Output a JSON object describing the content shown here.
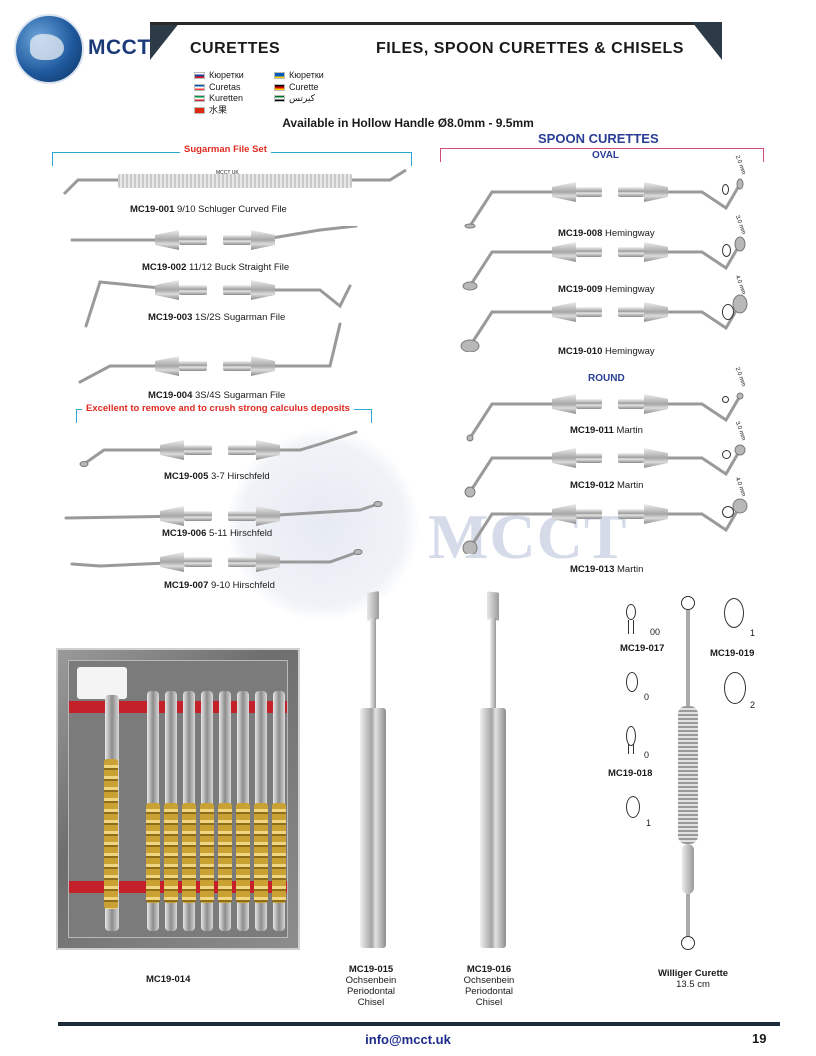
{
  "brand": {
    "name": "MCCT"
  },
  "header": {
    "left_title": "CURETTES",
    "right_title": "FILES, SPOON CURETTES & CHISELS"
  },
  "languages": [
    {
      "text": "Кюретки",
      "flag": [
        "#ffffff",
        "#1c3f95",
        "#e4181c"
      ]
    },
    {
      "text": "Curetas",
      "flag": [
        "#0055a4",
        "#ffffff",
        "#ef4135"
      ]
    },
    {
      "text": "Kuretten",
      "flag": [
        "#009246",
        "#ffffff",
        "#ce2b37"
      ]
    },
    {
      "text": "水果",
      "flag": [
        "#de2910",
        "#de2910",
        "#de2910"
      ]
    },
    {
      "text": "Кюретки",
      "flag": [
        "#005bbb",
        "#005bbb",
        "#ffd500"
      ]
    },
    {
      "text": "Curette",
      "flag": [
        "#000000",
        "#dd0000",
        "#ffce00"
      ]
    },
    {
      "text": "كيرتس",
      "flag": [
        "#00732f",
        "#ffffff",
        "#000000"
      ]
    }
  ],
  "availability": "Available in Hollow Handle Ø8.0mm - 9.5mm",
  "sugarman": {
    "title": "Sugarman File Set",
    "items": [
      {
        "code": "MC19-001",
        "desc": " 9/10 Schluger Curved File"
      },
      {
        "code": "MC19-002",
        "desc": " 11/12 Buck Straight File"
      },
      {
        "code": "MC19-003",
        "desc": " 1S/2S Sugarman File"
      },
      {
        "code": "MC19-004",
        "desc": " 3S/4S Sugarman File"
      }
    ],
    "handle_mark": "MCCT UK"
  },
  "hirschfeld": {
    "title": "Excellent to remove and to crush strong calculus deposits",
    "items": [
      {
        "code": "MC19-005",
        "desc": " 3-7 Hirschfeld"
      },
      {
        "code": "MC19-006",
        "desc": " 5-11 Hirschfeld"
      },
      {
        "code": "MC19-007",
        "desc": " 9-10 Hirschfeld"
      }
    ]
  },
  "spoon": {
    "title": "SPOON CURETTES",
    "oval_title": "OVAL",
    "round_title": "ROUND",
    "oval": [
      {
        "code": "MC19-008",
        "desc": " Hemingway",
        "size": "2.0 mm"
      },
      {
        "code": "MC19-009",
        "desc": " Hemingway",
        "size": "3.0 mm"
      },
      {
        "code": "MC19-010",
        "desc": " Hemingway",
        "size": "4.0 mm"
      }
    ],
    "round": [
      {
        "code": "MC19-011",
        "desc": " Martin",
        "size": "2.0 mm"
      },
      {
        "code": "MC19-012",
        "desc": " Martin",
        "size": "3.0 mm"
      },
      {
        "code": "MC19-013",
        "desc": " Martin",
        "size": "4.0 mm"
      }
    ]
  },
  "watermark": "MCCT",
  "kit": {
    "code": "MC19-014"
  },
  "chisels": [
    {
      "code": "MC19-015",
      "line1": "Ochsenbein",
      "line2": "Periodontal",
      "line3": "Chisel"
    },
    {
      "code": "MC19-016",
      "line1": "Ochsenbein",
      "line2": "Periodontal",
      "line3": "Chisel"
    }
  ],
  "williger": {
    "sizes": {
      "s00": "00",
      "s0a": "0",
      "s0b": "0",
      "s1a": "1",
      "s1b": "1",
      "s2": "2"
    },
    "codes": {
      "c017": "MC19-017",
      "c018": "MC19-018",
      "c019": "MC19-019"
    },
    "title": "Williger Curette",
    "length": "13.5 cm"
  },
  "footer": {
    "email": "info@mcct.uk",
    "page": "19"
  },
  "colors": {
    "accent_blue": "#2a3e96",
    "bracket_cyan": "#2aa8cf",
    "bracket_pink": "#d24a78",
    "warning_red": "#e02a22"
  }
}
